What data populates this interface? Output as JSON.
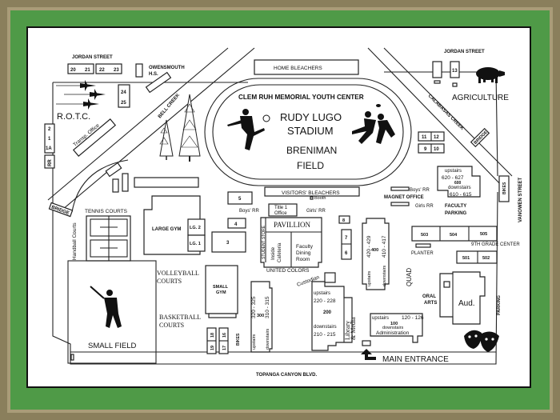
{
  "map": {
    "title_center": "CLEM RUH MEMORIAL YOUTH CENTER",
    "stadium": [
      "RUDY LUGO",
      "STADIUM"
    ],
    "field": [
      "BRENIMAN",
      "FIELD"
    ],
    "streets": {
      "jordan_left": "JORDAN STREET",
      "jordan_right": "JORDAN STREET",
      "topanga": "TOPANGA CANYON BLVD.",
      "vanowen": "VANOWEN STREET"
    },
    "creeks": {
      "bell": "BELL CREEK",
      "calabasas": "CALABASAS CREEK"
    },
    "bridges": {
      "left": "BRIDGE",
      "right": "BRIDGE"
    },
    "areas": {
      "rotc": "R.O.T.C.",
      "owensmouth": [
        "OWENSMOUTH",
        "H.S."
      ],
      "agriculture": "AGRICULTURE",
      "transp_office": "Transp. Office",
      "home_bleachers": "HOME BLEACHERS",
      "visitors_bleachers": "VISITORS' BLEACHERS",
      "booth": "Booth",
      "boys_rr": "Boys' RR",
      "girls_rr": "Girls' RR",
      "title1": [
        "Title 1",
        "Office"
      ],
      "magnet_office": "MAGNET OFFICE",
      "boys_rr_right": "Boys' RR",
      "girls_rr_right": "Girls RR",
      "faculty_parking": [
        "FACULTY",
        "PARKING"
      ],
      "tennis_courts": "TENNIS COURTS",
      "handball_courts": "Handball Courts",
      "large_gym": "LARGE GYM",
      "lg2": "LG. 2",
      "lg1": "LG. 1",
      "pavillion": "PAVILLION",
      "student_store": "STUDENT STORE",
      "inside_cafeteria": [
        "Inside",
        "Cafeteria"
      ],
      "faculty_dining": [
        "Faculty",
        "Dining",
        "Room"
      ],
      "united_colors": "UNITED COLORS",
      "volleyball": [
        "VOLLEYBALL",
        "COURTS"
      ],
      "basketball": [
        "BASKETBALL",
        "COURTS"
      ],
      "small_gym": [
        "SMALL",
        "GYM"
      ],
      "small_field": "SMALL FIELD",
      "custodian": "Custodian",
      "library": [
        "Library",
        "& Media"
      ],
      "quad": "QUAD",
      "oral_arts": [
        "ORAL",
        "ARTS"
      ],
      "aud": "Aud.",
      "parking": "PARKING",
      "bikes_left": "BIKES",
      "bikes_right": "BIKES",
      "planter": "PLANTER",
      "ninth_grade": "9TH GRADE CENTER",
      "main_entrance": "MAIN ENTRANCE",
      "rr": "RR"
    },
    "buildings": {
      "b600": {
        "upstairs": "upstairs",
        "up_rooms": "620 - 627",
        "num": "600",
        "downstairs": "downstairs",
        "down_rooms": "610 - 615"
      },
      "b400": {
        "upstairs": "upstairs",
        "up_rooms": "420 - 429",
        "num": "400",
        "downstairs": "downstairs",
        "down_rooms": "410 - 417"
      },
      "b300": {
        "upstairs": "upstairs",
        "up_rooms": "320 - 325",
        "num": "300",
        "downstairs": "downstairs",
        "down_rooms": "310 - 315"
      },
      "b200": {
        "upstairs": "upstairs",
        "up_rooms": "220 - 228",
        "num": "200",
        "downstairs": "downstairs",
        "down_rooms": "210 - 215"
      },
      "b100": {
        "upstairs": "upstairs",
        "up_rooms": "120 - 126",
        "num": "100",
        "downstairs": "downstairs",
        "admin": "Administration"
      }
    },
    "rooms": {
      "r20": "20",
      "r21": "21",
      "r22": "22",
      "r23": "23",
      "r24": "24",
      "r25": "25",
      "r13": "13",
      "r11": "11",
      "r12": "12",
      "r9": "9",
      "r10": "10",
      "r2": "2",
      "r1": "1",
      "r1a": "1A",
      "r5": "5",
      "r4": "4",
      "r3": "3",
      "r8": "8",
      "r7": "7",
      "r6": "6",
      "r503": "503",
      "r504": "504",
      "r505": "505",
      "r501": "501",
      "r502": "502",
      "r18": "18",
      "r19": "19",
      "r16": "16",
      "r17": "17"
    }
  }
}
